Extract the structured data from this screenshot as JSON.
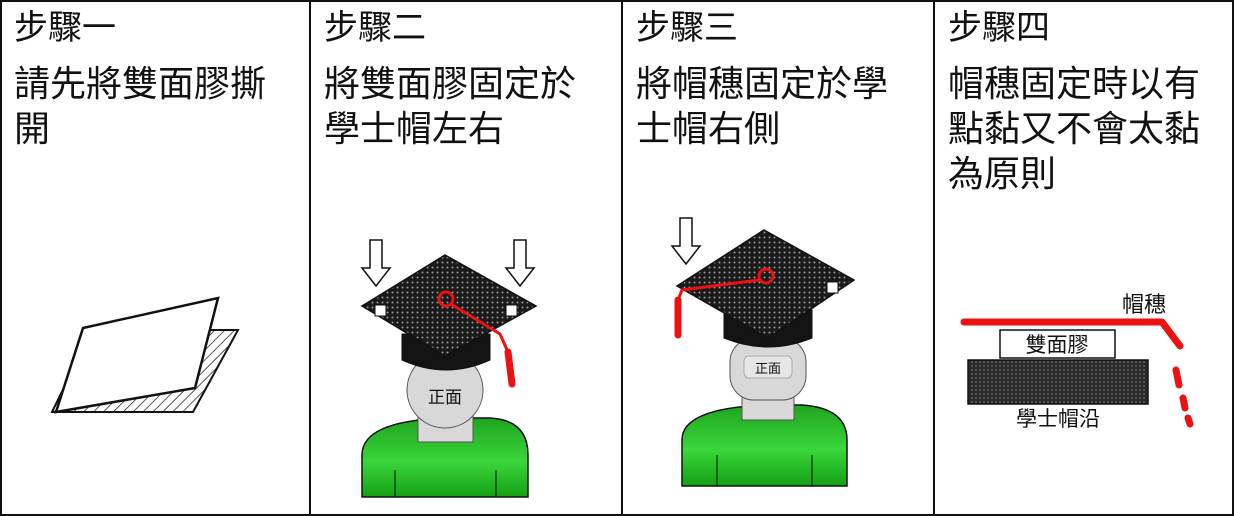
{
  "steps": [
    {
      "title": "步驟一",
      "lines": [
        "請先將雙面膠撕",
        "開"
      ]
    },
    {
      "title": "步驟二",
      "lines": [
        "將雙面膠固定於",
        "學士帽左右"
      ]
    },
    {
      "title": "步驟三",
      "lines": [
        "將帽穗固定於學",
        "士帽右側"
      ]
    },
    {
      "title": "步驟四",
      "lines": [
        "帽穗固定時以有",
        "點黏又不會太黏",
        "為原則"
      ]
    }
  ],
  "figure_labels": {
    "front_face_step2": "正面",
    "front_face_step3": "正面",
    "tassel": "帽穗",
    "double_sided_tape": "雙面膠",
    "cap_brim": "學士帽沿"
  },
  "colors": {
    "tassel_red": "#ee1111",
    "body_green": "#22bb22",
    "cap_black": "#1a1a1a",
    "head_gray": "#d8d8d8",
    "grid_line": "#111111"
  }
}
